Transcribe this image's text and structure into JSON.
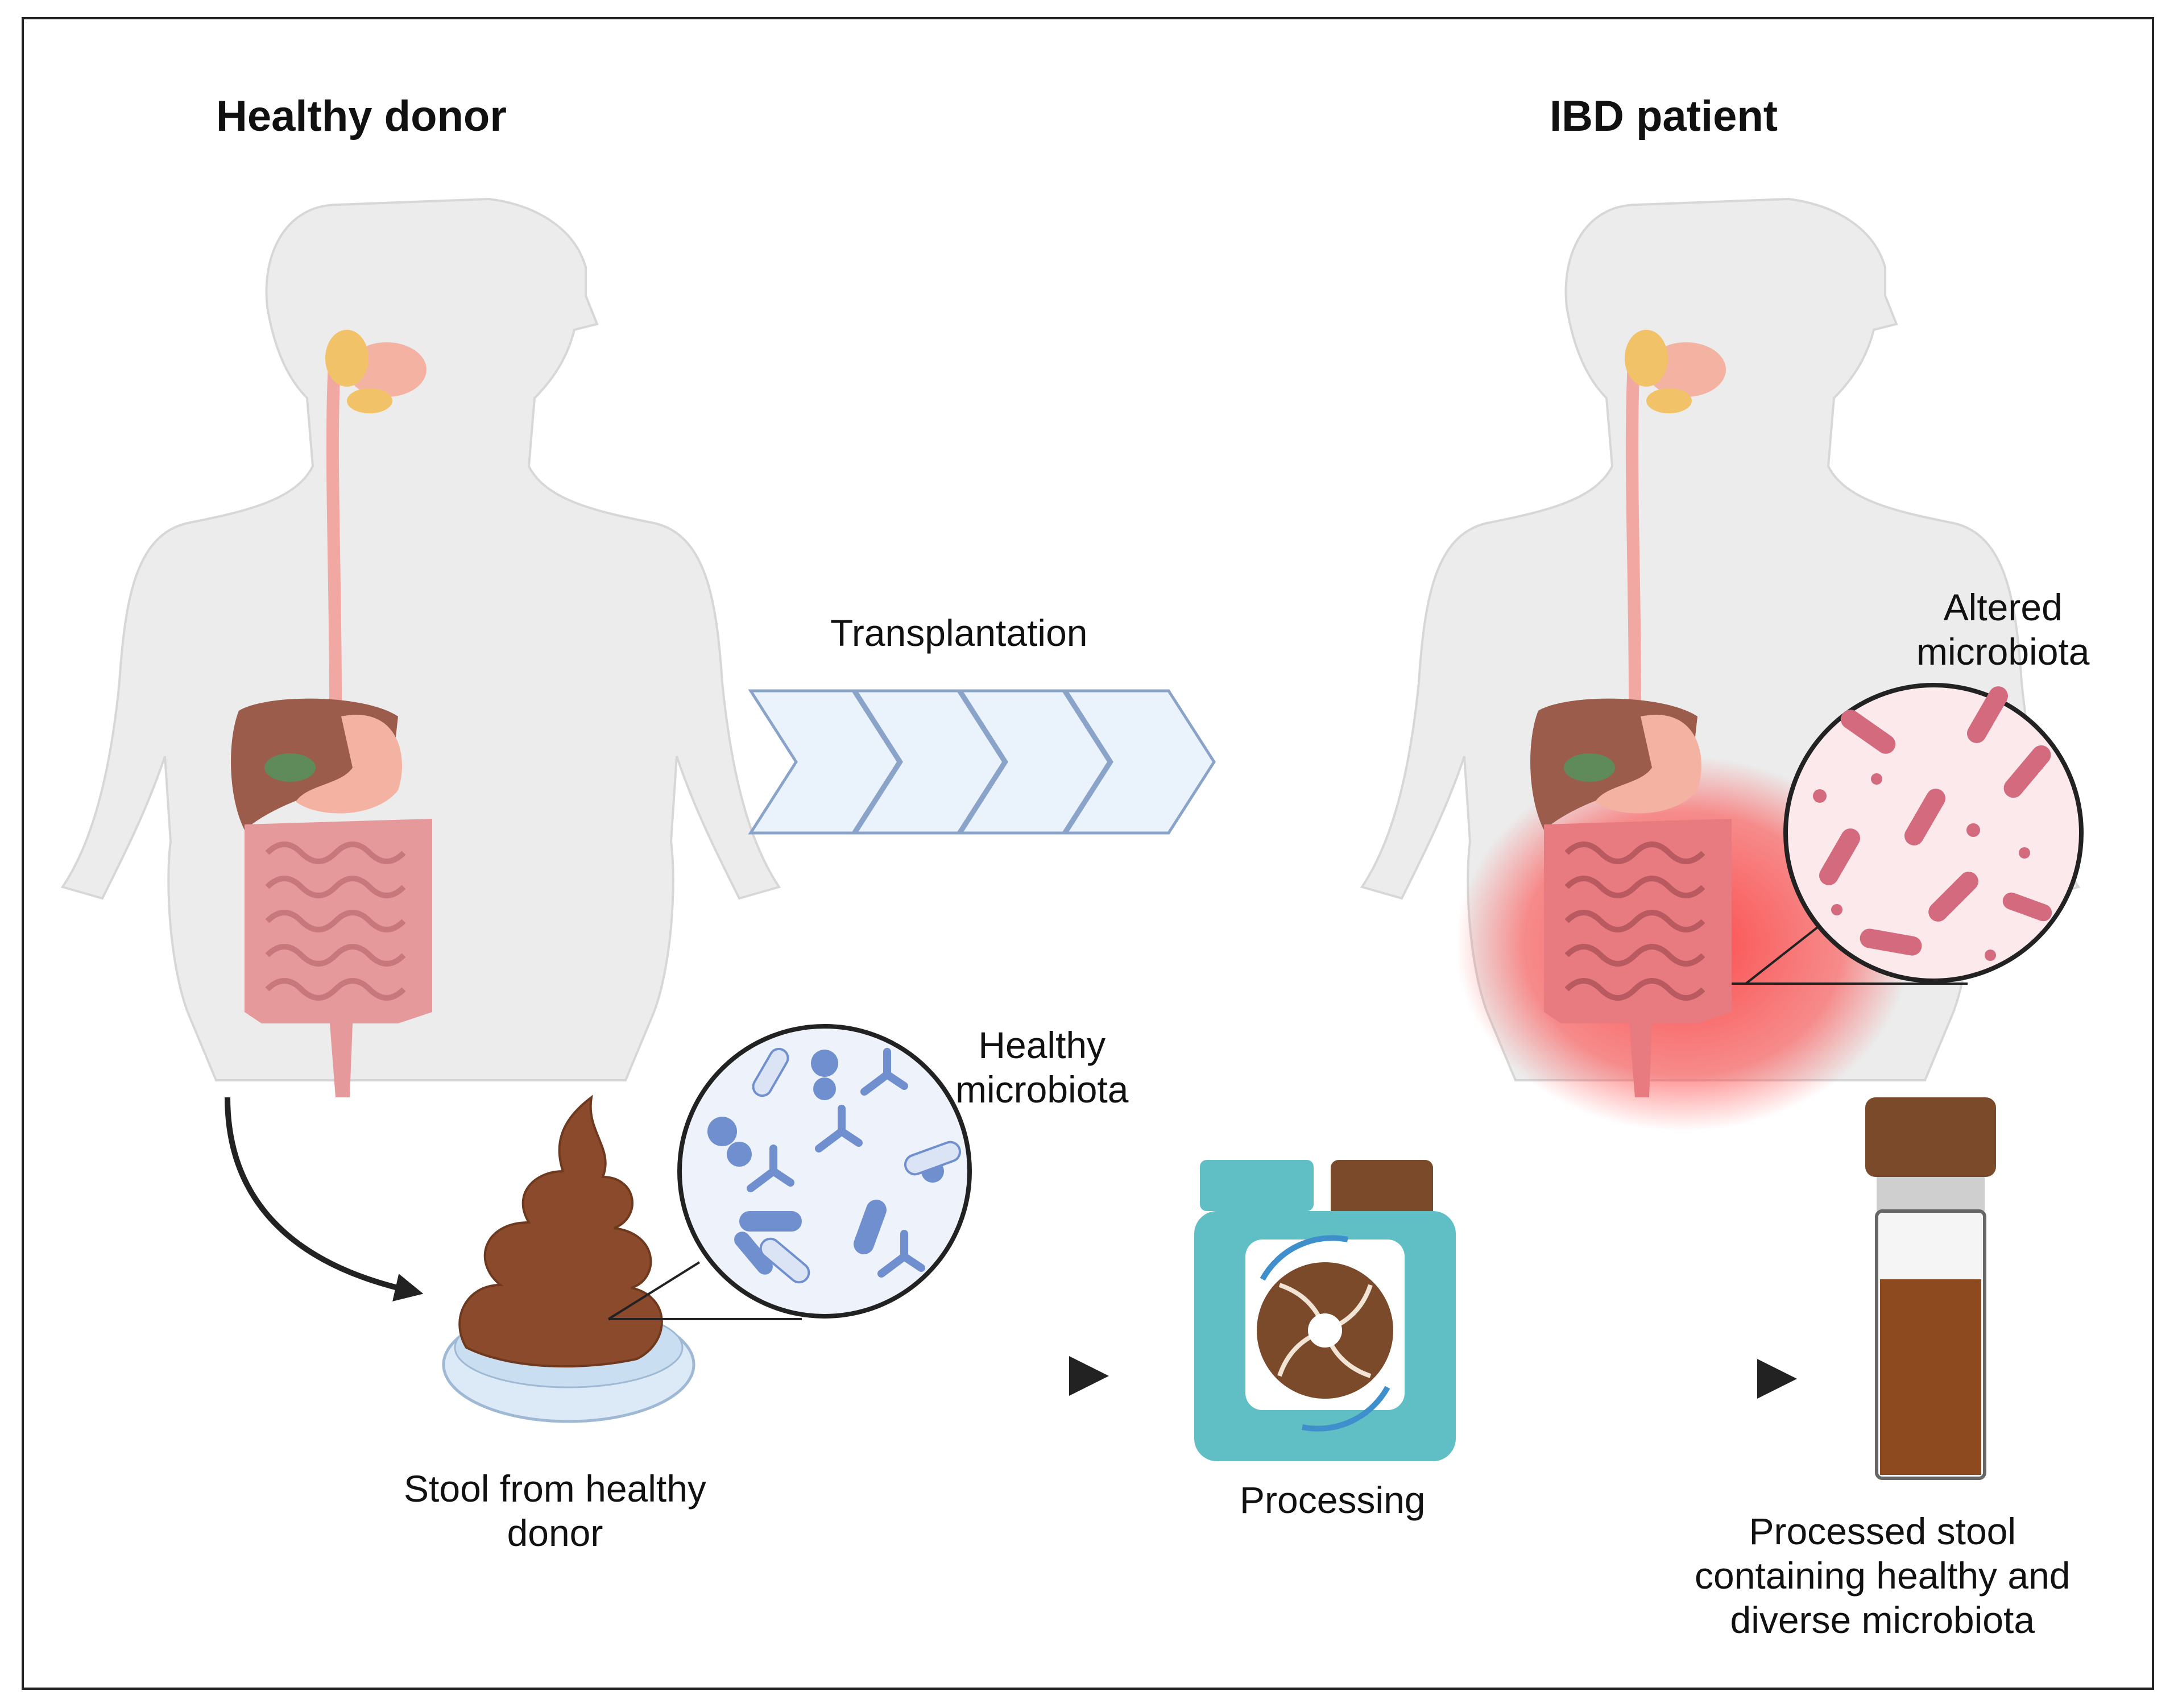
{
  "labels": {
    "healthy_donor": "Healthy donor",
    "ibd_patient": "IBD patient",
    "transplantation": "Transplantation",
    "altered_microbiota": "Altered\nmicrobiota",
    "healthy_microbiota": "Healthy\nmicrobiota",
    "stool_from_donor": "Stool from healthy\ndonor",
    "processing": "Processing",
    "processed_stool": "Processed stool\ncontaining healthy and\ndiverse microbiota"
  },
  "colors": {
    "body": "#ececec",
    "body_outline": "#d7d7d7",
    "esophagus": "#f1a7a2",
    "liver": "#9b5c4c",
    "stomach": "#f4b3a2",
    "intestine": "#e8a0a0",
    "inflammation": "#ff3b3b",
    "stool": "#8b4a2b",
    "healthy_bacteria": "#6f8fcf",
    "altered_bacteria": "#d46a7e",
    "arrow_fill": "#eaf2fc",
    "arrow_stroke": "#8aa3c9",
    "device": "#5fbfc4",
    "vial_liquid": "#8c4a1e"
  }
}
